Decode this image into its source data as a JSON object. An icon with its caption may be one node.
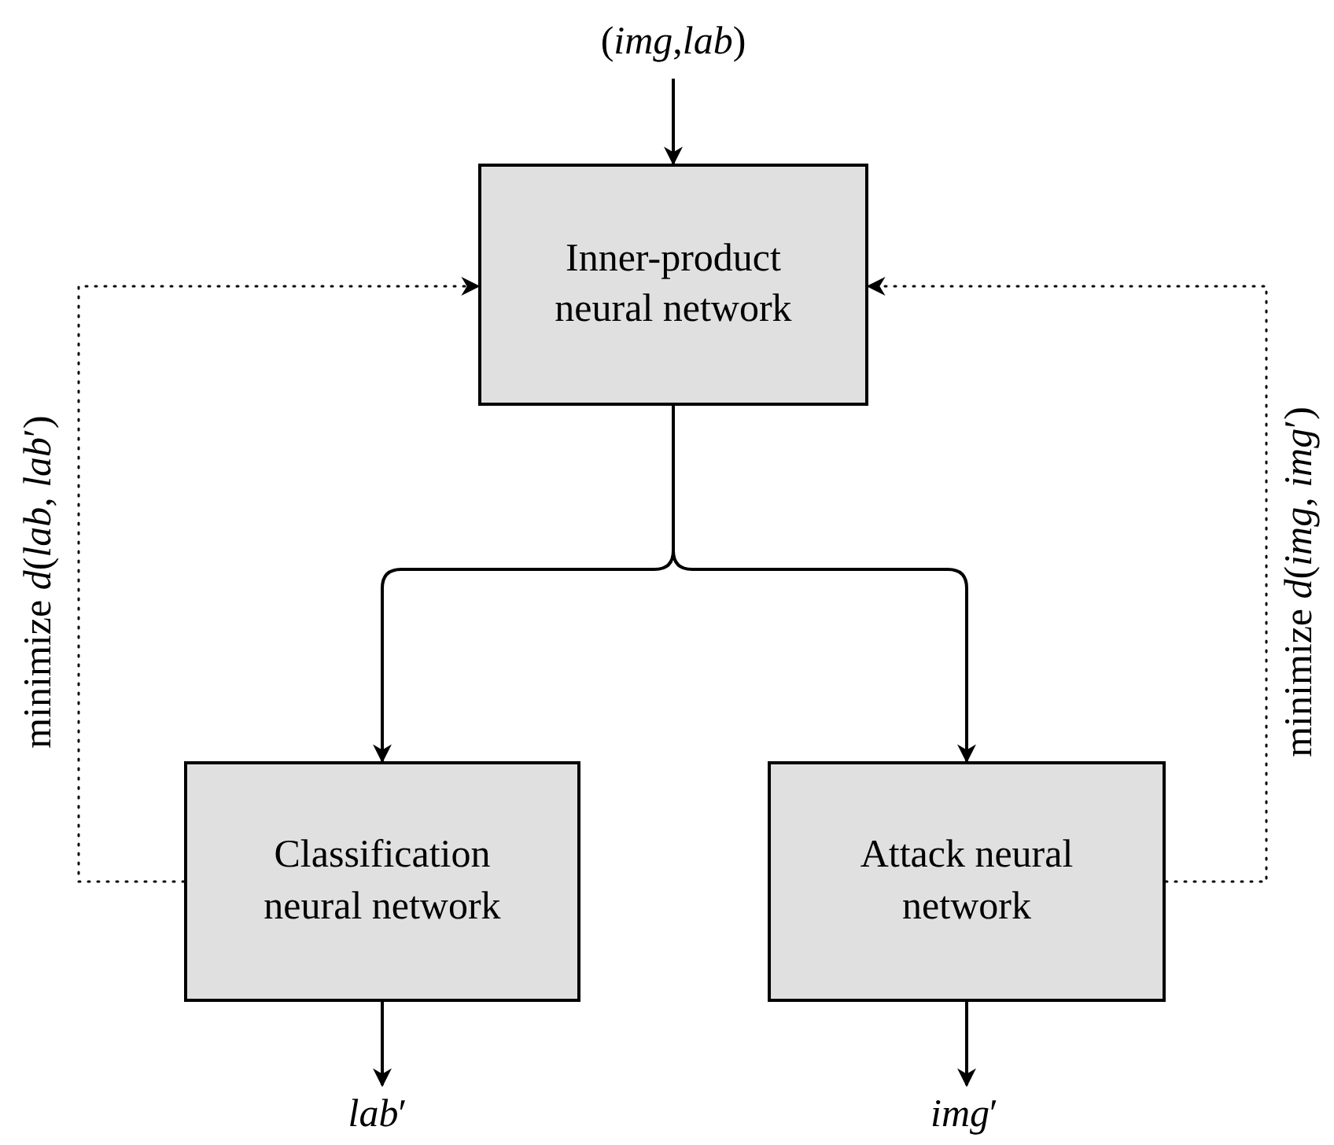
{
  "diagram": {
    "nodes": [
      {
        "text": [
          "(*img*,*lab*)"
        ]
      },
      {
        "text": [
          "Inner-product neural network"
        ]
      },
      {
        "text": [
          "Classification neural network"
        ]
      },
      {
        "text": [
          "Attack neural network"
        ]
      },
      {
        "text": [
          "*lab*′"
        ]
      },
      {
        "text": [
          "*img*′"
        ]
      }
    ],
    "edges": [
      {
        "from": 0,
        "to": 1,
        "arrow": "to"
      },
      {
        "from": 1,
        "to": 2,
        "arrow": "to"
      },
      {
        "from": 1,
        "to": 3,
        "arrow": "to"
      },
      {
        "from": 2,
        "to": 1,
        "arrow": "to",
        "style": "dashed",
        "label": "minimize *d*(*lab*, *lab*′)"
      },
      {
        "from": 3,
        "to": 1,
        "arrow": "to",
        "style": "dashed",
        "label": "minimize *d*(*img*, *img*′)"
      },
      {
        "from": 2,
        "to": 4,
        "arrow": "to"
      },
      {
        "from": 3,
        "to": 5,
        "arrow": "to"
      }
    ]
  }
}
